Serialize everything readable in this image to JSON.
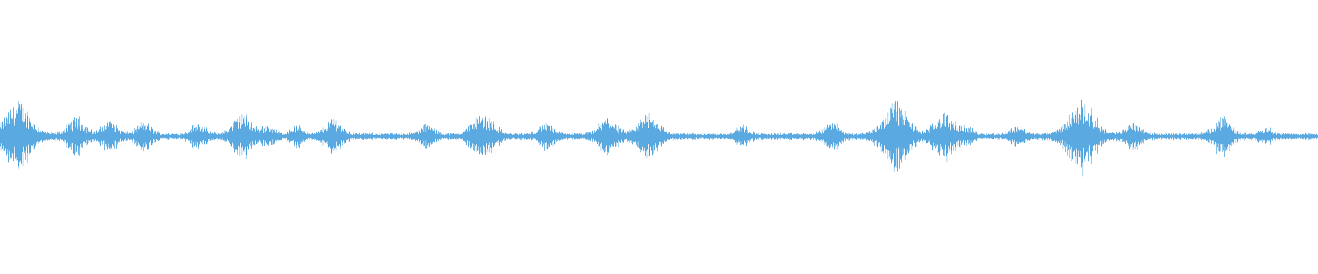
{
  "waveform": {
    "color": "#5aa9e0",
    "background": "#ffffff",
    "amplitude_scale": "linear",
    "baseline_level": 0.03,
    "peaks": [
      {
        "position": 0.0135,
        "level": 0.27
      },
      {
        "position": 0.058,
        "level": 0.14
      },
      {
        "position": 0.083,
        "level": 0.11
      },
      {
        "position": 0.109,
        "level": 0.1
      },
      {
        "position": 0.15,
        "level": 0.09
      },
      {
        "position": 0.1835,
        "level": 0.17
      },
      {
        "position": 0.203,
        "level": 0.07
      },
      {
        "position": 0.225,
        "level": 0.07
      },
      {
        "position": 0.253,
        "level": 0.13
      },
      {
        "position": 0.324,
        "level": 0.08
      },
      {
        "position": 0.362,
        "level": 0.13
      },
      {
        "position": 0.372,
        "level": 0.1
      },
      {
        "position": 0.414,
        "level": 0.09
      },
      {
        "position": 0.461,
        "level": 0.14
      },
      {
        "position": 0.492,
        "level": 0.18
      },
      {
        "position": 0.563,
        "level": 0.07
      },
      {
        "position": 0.631,
        "level": 0.1
      },
      {
        "position": 0.679,
        "level": 0.27
      },
      {
        "position": 0.716,
        "level": 0.18
      },
      {
        "position": 0.733,
        "level": 0.06
      },
      {
        "position": 0.772,
        "level": 0.07
      },
      {
        "position": 0.8205,
        "level": 0.28
      },
      {
        "position": 0.86,
        "level": 0.1
      },
      {
        "position": 0.927,
        "level": 0.14
      },
      {
        "position": 0.96,
        "level": 0.06
      }
    ]
  }
}
